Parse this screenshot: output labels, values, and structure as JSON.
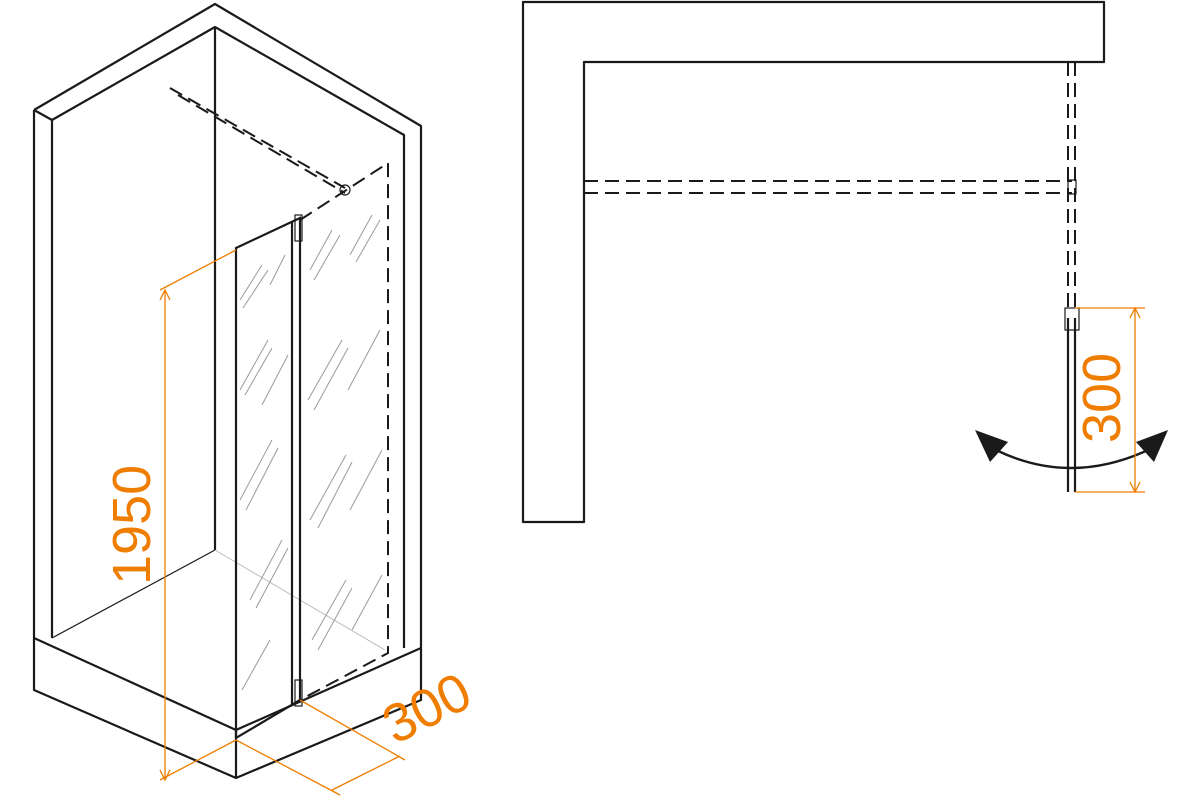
{
  "dimensions": {
    "height_label": "1950",
    "width_label_iso": "300",
    "width_label_plan": "300"
  },
  "colors": {
    "dimension": "#ef7d00",
    "line": "#1a1a1a"
  }
}
